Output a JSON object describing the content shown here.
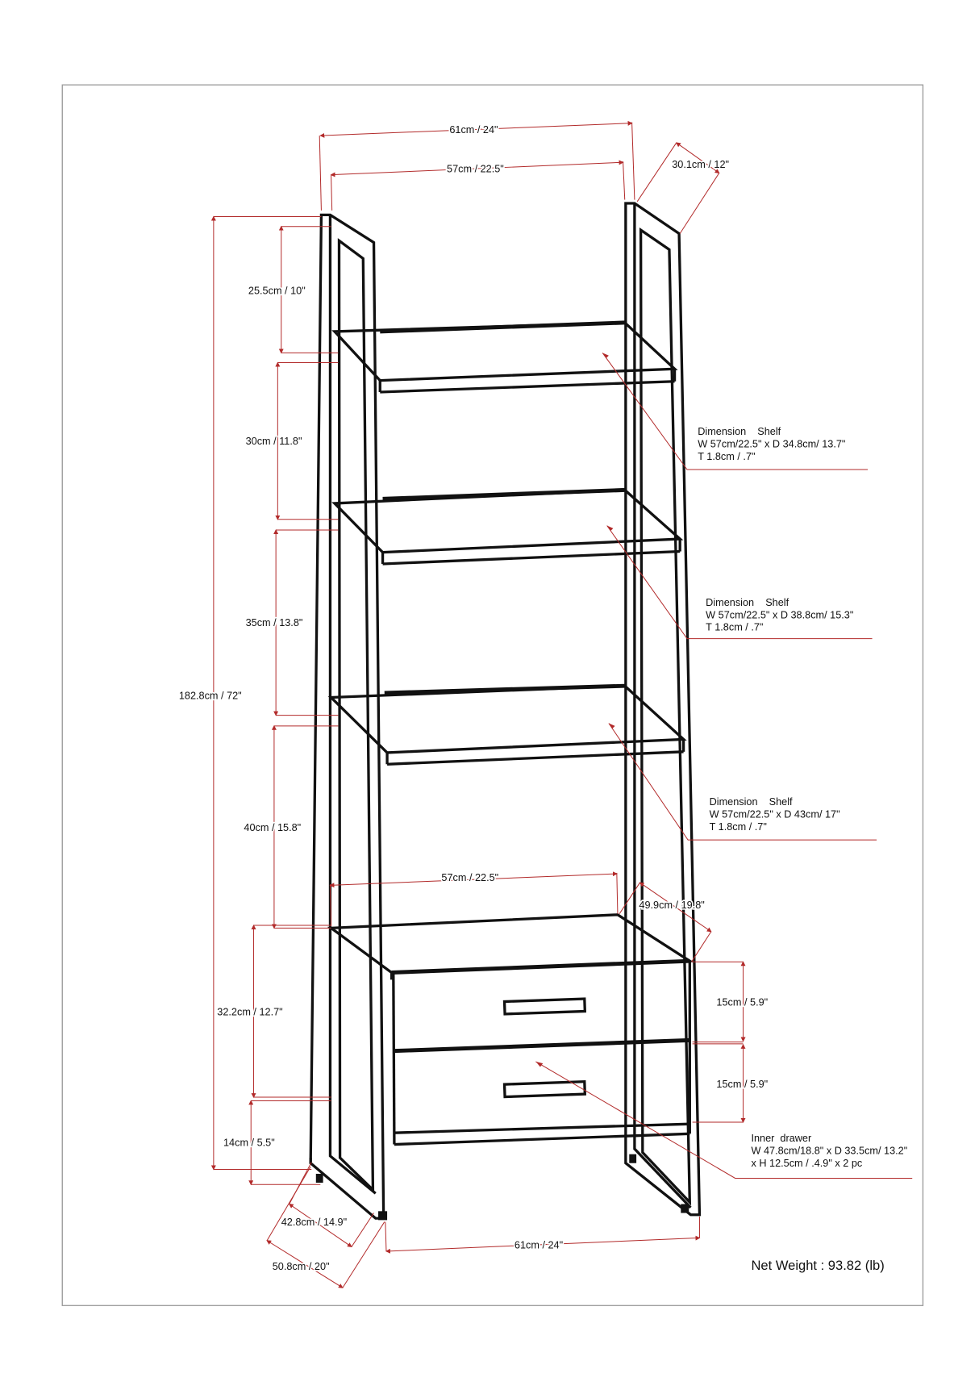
{
  "diagram": {
    "title": "Ladder shelf bookcase dimension drawing",
    "colors": {
      "frame": "#9a9a9a",
      "outline": "#111111",
      "dimension_line": "#b22a2a",
      "background": "#ffffff"
    },
    "top": {
      "overall_width": "61cm / 24\"",
      "inner_width": "57cm / 22.5\"",
      "top_depth": "30.1cm / 12\""
    },
    "left_heights": {
      "total_height": "182.8cm /  72\"",
      "gap_1": "25.5cm / 10\"",
      "gap_2": "30cm / 11.8\"",
      "gap_3": "35cm / 13.8\"",
      "gap_4": "40cm / 15.8\"",
      "drawer_section": "32.2cm / 12.7\"",
      "bottom_clearance": "14cm / 5.5\""
    },
    "shelves": [
      {
        "line1": "Dimension    Shelf",
        "line2": "W 57cm/22.5\" x D 34.8cm/ 13.7\"",
        "line3": "T 1.8cm / .7\""
      },
      {
        "line1": "Dimension    Shelf",
        "line2": "W 57cm/22.5\" x D 38.8cm/ 15.3\"",
        "line3": "T 1.8cm / .7\""
      },
      {
        "line1": "Dimension    Shelf",
        "line2": "W 57cm/22.5\" x D 43cm/ 17\"",
        "line3": "T 1.8cm / .7\""
      }
    ],
    "drawer_unit": {
      "width": "57cm / 22.5\"",
      "depth": "49.9cm / 19.8\"",
      "drawer_1_height": "15cm / 5.9\"",
      "drawer_2_height": "15cm / 5.9\""
    },
    "inner_drawer": {
      "line1": "Inner  drawer",
      "line2": "W 47.8cm/18.8\" x D 33.5cm/ 13.2\"",
      "line3": "x H 12.5cm / .4.9\" x 2 pc"
    },
    "base": {
      "inner_depth": "42.8cm / 14.9\"",
      "outer_depth": "50.8cm / 20\"",
      "base_width": "61cm / 24\""
    },
    "net_weight": "Net Weight : 93.82 (lb)"
  }
}
